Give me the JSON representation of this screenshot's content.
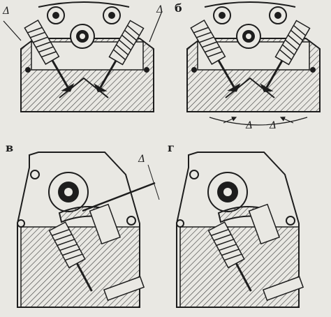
{
  "panels": [
    {
      "id": "a",
      "letter": ""
    },
    {
      "id": "b",
      "letter": "б"
    },
    {
      "id": "c",
      "letter": "в"
    },
    {
      "id": "d",
      "letter": "г"
    }
  ],
  "gap_symbol": "Δ",
  "colors": {
    "ink": "#1d1d1d",
    "paper": "#e9e8e3",
    "hatch": "#3a3a3a"
  }
}
